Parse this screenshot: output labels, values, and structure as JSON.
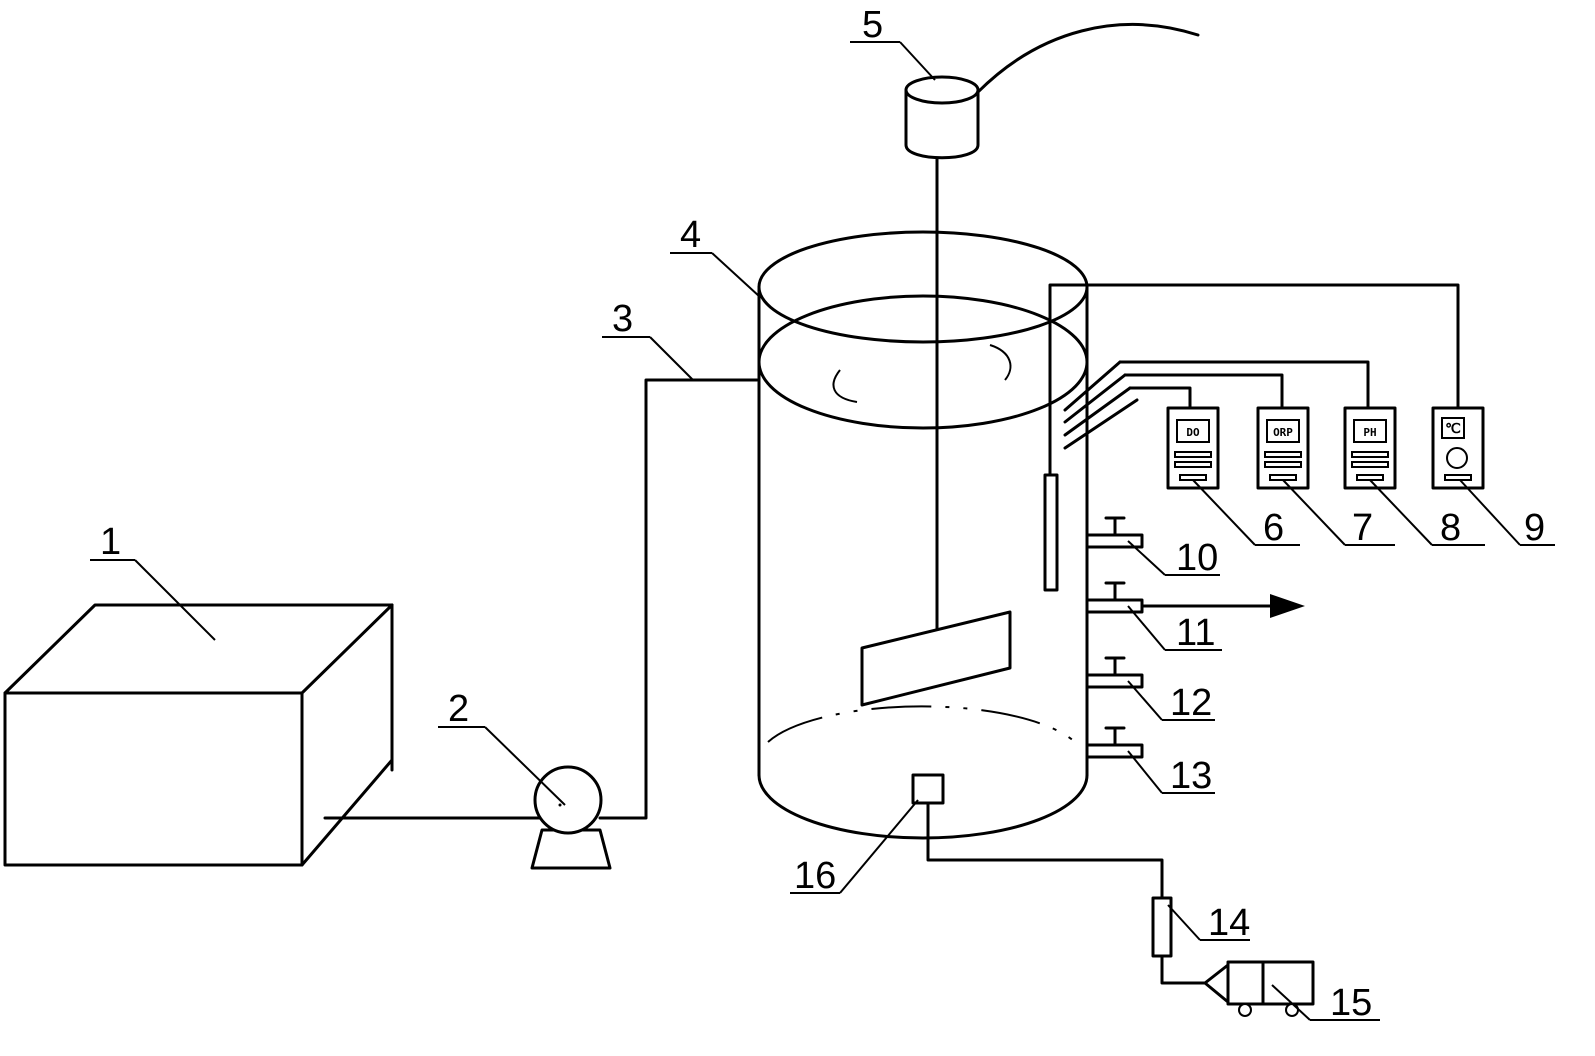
{
  "labels": {
    "tank": "1",
    "pump": "2",
    "pipe": "3",
    "reactor": "4",
    "motor": "5",
    "do_meter": "6",
    "orp_meter": "7",
    "ph_meter": "8",
    "temp_controller": "9",
    "valve_1": "10",
    "valve_2": "11",
    "valve_3": "12",
    "valve_4": "13",
    "flowmeter": "14",
    "air_pump": "15",
    "aerator": "16"
  },
  "meters": {
    "do": "DO",
    "orp": "ORP",
    "ph": "PH",
    "temp": "℃"
  },
  "colors": {
    "line": "#000000",
    "background": "#ffffff"
  }
}
